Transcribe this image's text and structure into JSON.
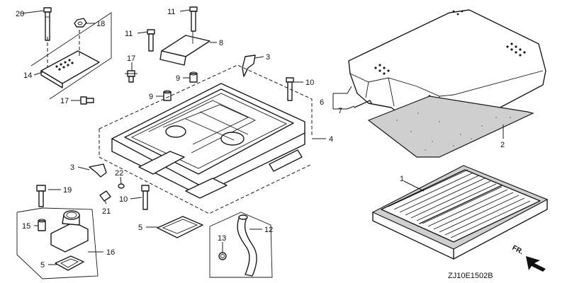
{
  "callouts": {
    "c1": "1",
    "c2": "2",
    "c3a": "3",
    "c3b": "3",
    "c4": "4",
    "c5a": "5",
    "c5b": "5",
    "c6": "6",
    "c7": "7",
    "c8": "8",
    "c9a": "9",
    "c9b": "9",
    "c10a": "10",
    "c10b": "10",
    "c11a": "11",
    "c11b": "11",
    "c12": "12",
    "c13": "13",
    "c14": "14",
    "c15": "15",
    "c16": "16",
    "c17a": "17",
    "c17b": "17",
    "c18": "18",
    "c19": "19",
    "c20": "20",
    "c21": "21",
    "c22": "22"
  },
  "front_arrow_label": "FR.",
  "diagram_code": "ZJ10E1502B",
  "icons": {
    "front": "front-direction-arrow-icon"
  }
}
